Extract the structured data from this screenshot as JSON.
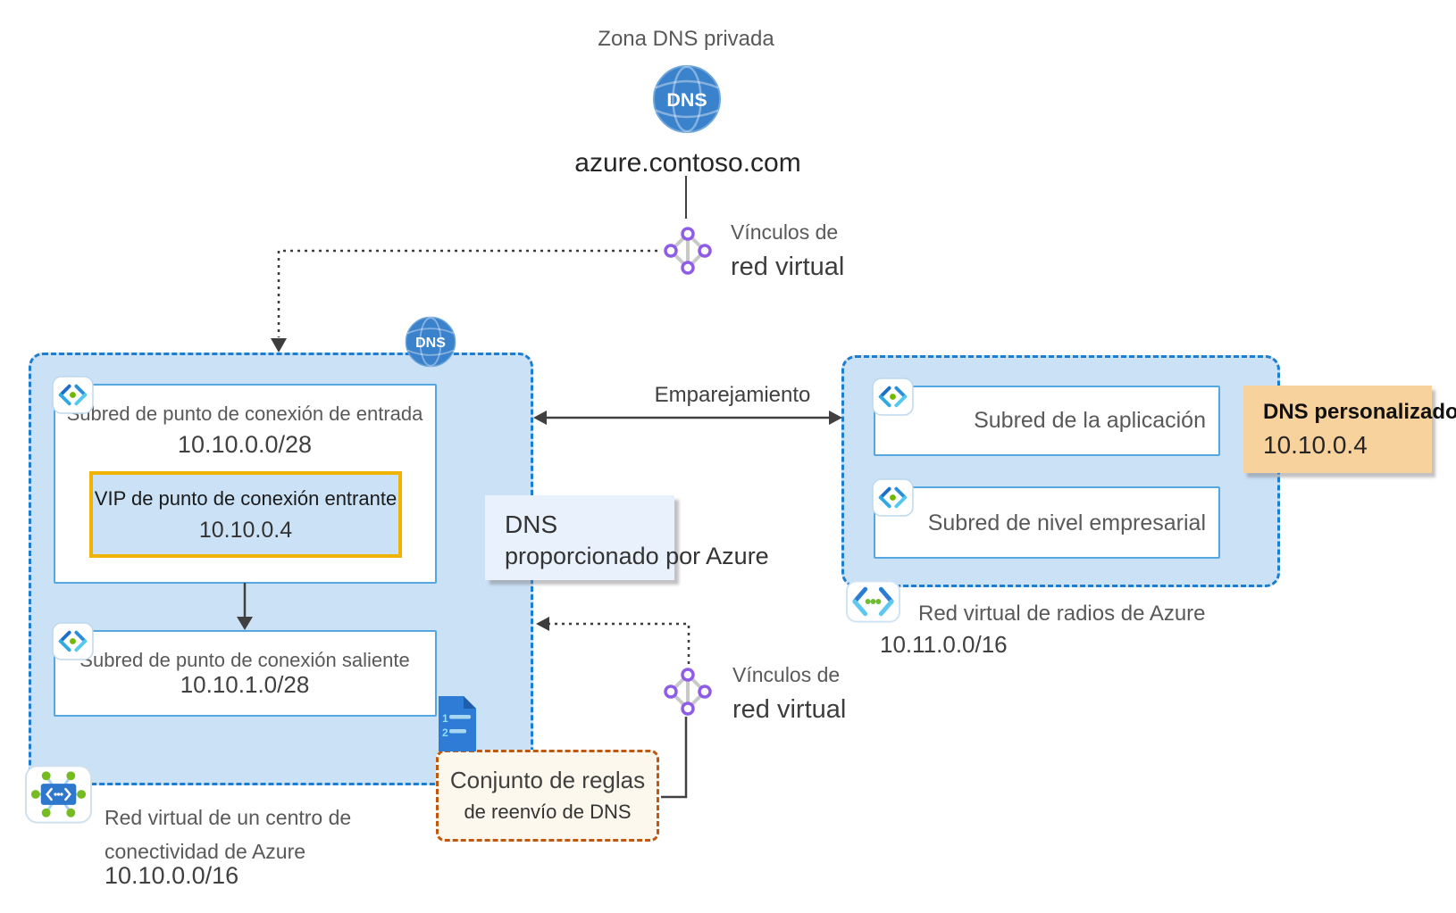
{
  "dns_zone": {
    "title": "Zona DNS privada",
    "icon_label": "DNS",
    "domain": "azure.contoso.com"
  },
  "links_top": {
    "line1": "Vínculos de",
    "line2": "red virtual"
  },
  "links_bottom": {
    "line1": "Vínculos de",
    "line2": "red virtual"
  },
  "peering": {
    "label": "Emparejamiento"
  },
  "hub": {
    "dns_icon_label": "DNS",
    "inbound": {
      "label": "Subred de punto de conexión de entrada",
      "cidr": "10.10.0.0/28"
    },
    "vip": {
      "label": "VIP de punto de conexión entrante",
      "ip": "10.10.0.4"
    },
    "outbound": {
      "label": "Subred de punto de conexión saliente",
      "cidr": "10.10.1.0/28"
    },
    "caption": {
      "line1": "Red virtual de un centro de",
      "line2": "conectividad de Azure",
      "cidr": "10.10.0.0/16"
    }
  },
  "azure_dns_note": {
    "line1": "DNS",
    "line2": "proporcionado por Azure"
  },
  "spoke": {
    "app_subnet": {
      "label": "Subred de la aplicación"
    },
    "business_subnet": {
      "label": "Subred de nivel empresarial"
    },
    "caption": {
      "label": "Red virtual de radios de Azure",
      "cidr": "10.11.0.0/16"
    }
  },
  "custom_dns": {
    "label": "DNS personalizado:",
    "ip": "10.10.0.4"
  },
  "ruleset": {
    "line1": "Conjunto de reglas",
    "line2": "de reenvío de DNS"
  },
  "colors": {
    "vnet_fill": "#cbe1f6",
    "vnet_border": "#1d7dd0",
    "subnet_border": "#54a7e0",
    "vip_border": "#f0b400",
    "custom_dns_fill": "#f8d29c",
    "ruleset_border": "#c0590f",
    "note_fill": "#e9f2fc",
    "arrow": "#3d3d3d",
    "link_node_purple": "#8f5ce8",
    "green_dot": "#76bc21",
    "doc_blue": "#2e7cd6",
    "globe_blue": "#3b82cc"
  }
}
